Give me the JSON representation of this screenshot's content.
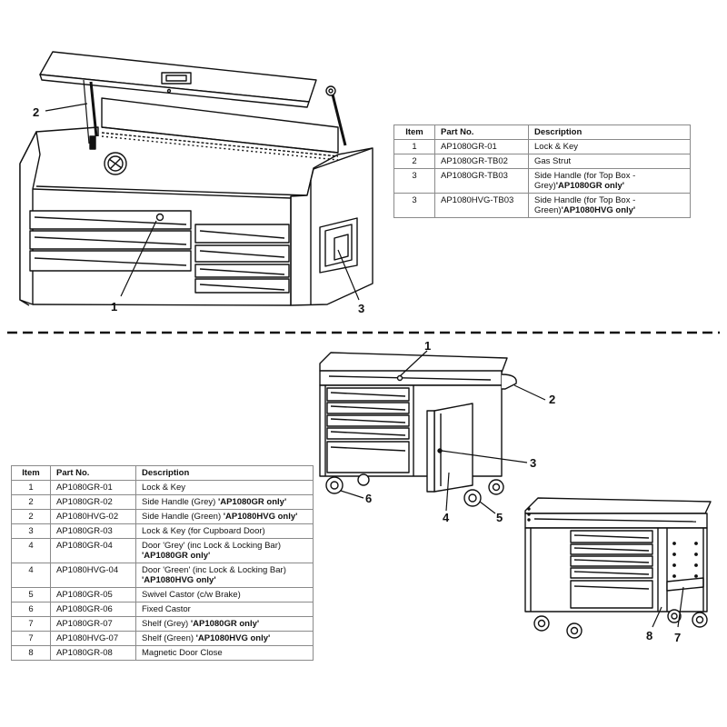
{
  "top_box": {
    "callouts": [
      "2",
      "1",
      "3"
    ],
    "table": {
      "headers": [
        "Item",
        "Part No.",
        "Description"
      ],
      "rows": [
        {
          "item": "1",
          "part": "AP1080GR-01",
          "desc": "Lock & Key",
          "bold": ""
        },
        {
          "item": "2",
          "part": "AP1080GR-TB02",
          "desc": "Gas Strut",
          "bold": ""
        },
        {
          "item": "3",
          "part": "AP1080GR-TB03",
          "desc": "Side Handle (for Top Box - Grey)",
          "bold": "'AP1080GR only'"
        },
        {
          "item": "3",
          "part": "AP1080HVG-TB03",
          "desc": "Side Handle (for Top Box - Green)",
          "bold": "'AP1080HVG only'"
        }
      ]
    }
  },
  "roller_cabinet": {
    "callouts": [
      "1",
      "2",
      "3",
      "4",
      "5",
      "6",
      "7",
      "8"
    ],
    "table": {
      "headers": [
        "Item",
        "Part No.",
        "Description"
      ],
      "rows": [
        {
          "item": "1",
          "part": "AP1080GR-01",
          "desc": "Lock & Key",
          "bold": ""
        },
        {
          "item": "2",
          "part": "AP1080GR-02",
          "desc": "Side Handle (Grey) ",
          "bold": "'AP1080GR only'"
        },
        {
          "item": "2",
          "part": "AP1080HVG-02",
          "desc": "Side Handle (Green) ",
          "bold": "'AP1080HVG only'"
        },
        {
          "item": "3",
          "part": "AP1080GR-03",
          "desc": "Lock & Key (for Cupboard Door)",
          "bold": ""
        },
        {
          "item": "4",
          "part": "AP1080GR-04",
          "desc": "Door 'Grey' (inc Lock & Locking Bar) ",
          "bold": "'AP1080GR only'"
        },
        {
          "item": "4",
          "part": "AP1080HVG-04",
          "desc": "Door 'Green' (inc Lock & Locking Bar) ",
          "bold": "'AP1080HVG only'"
        },
        {
          "item": "5",
          "part": "AP1080GR-05",
          "desc": "Swivel Castor (c/w Brake)",
          "bold": ""
        },
        {
          "item": "6",
          "part": "AP1080GR-06",
          "desc": "Fixed Castor",
          "bold": ""
        },
        {
          "item": "7",
          "part": "AP1080GR-07",
          "desc": "Shelf (Grey) ",
          "bold": "'AP1080GR only'"
        },
        {
          "item": "7",
          "part": "AP1080HVG-07",
          "desc": "Shelf (Green) ",
          "bold": "'AP1080HVG only'"
        },
        {
          "item": "8",
          "part": "AP1080GR-08",
          "desc": "Magnetic Door Close",
          "bold": ""
        }
      ]
    }
  }
}
